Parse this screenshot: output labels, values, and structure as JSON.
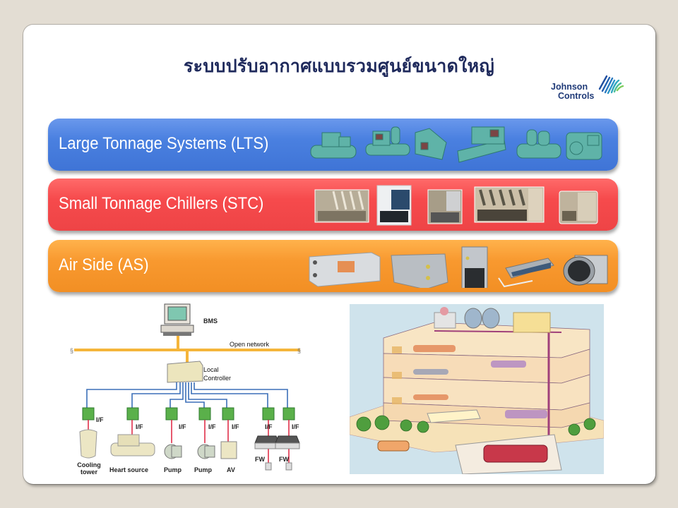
{
  "slide": {
    "title": "ระบบปรับอากาศแบบรวมศูนย์ขนาดใหญ่",
    "logo": {
      "line1": "Johnson",
      "line2": "Controls"
    }
  },
  "bands": [
    {
      "label": "Large Tonnage Systems (LTS)",
      "color": "#4a80e0",
      "products": [
        "centrifugal-chiller-1",
        "centrifugal-chiller-2",
        "screw-chiller",
        "centrifugal-chiller-3",
        "centrifugal-chiller-4",
        "absorption-chiller"
      ]
    },
    {
      "label": "Small Tonnage Chillers (STC)",
      "color": "#f64a4c",
      "products": [
        "air-cooled-chiller-1",
        "air-cooled-chiller-2",
        "air-cooled-chiller-3",
        "air-cooled-chiller-4",
        "air-cooled-chiller-5"
      ]
    },
    {
      "label": "Air Side (AS)",
      "color": "#f8992f",
      "products": [
        "air-handling-unit",
        "packaged-ahu",
        "vertical-fan-coil",
        "ducted-fan-coil",
        "vav-box"
      ]
    }
  ],
  "diagram": {
    "bms": "BMS",
    "network": "Open network",
    "controller_line1": "Local",
    "controller_line2": "Controller",
    "interface_label": "I/F",
    "devices": [
      {
        "line1": "Cooling",
        "line2": "tower"
      },
      {
        "line1": "Heart source",
        "line2": ""
      },
      {
        "line1": "Pump",
        "line2": ""
      },
      {
        "line1": "Pump",
        "line2": ""
      },
      {
        "line1": "AV",
        "line2": ""
      },
      {
        "line1": "FW",
        "line2": ""
      },
      {
        "line1": "FW",
        "line2": ""
      }
    ]
  }
}
